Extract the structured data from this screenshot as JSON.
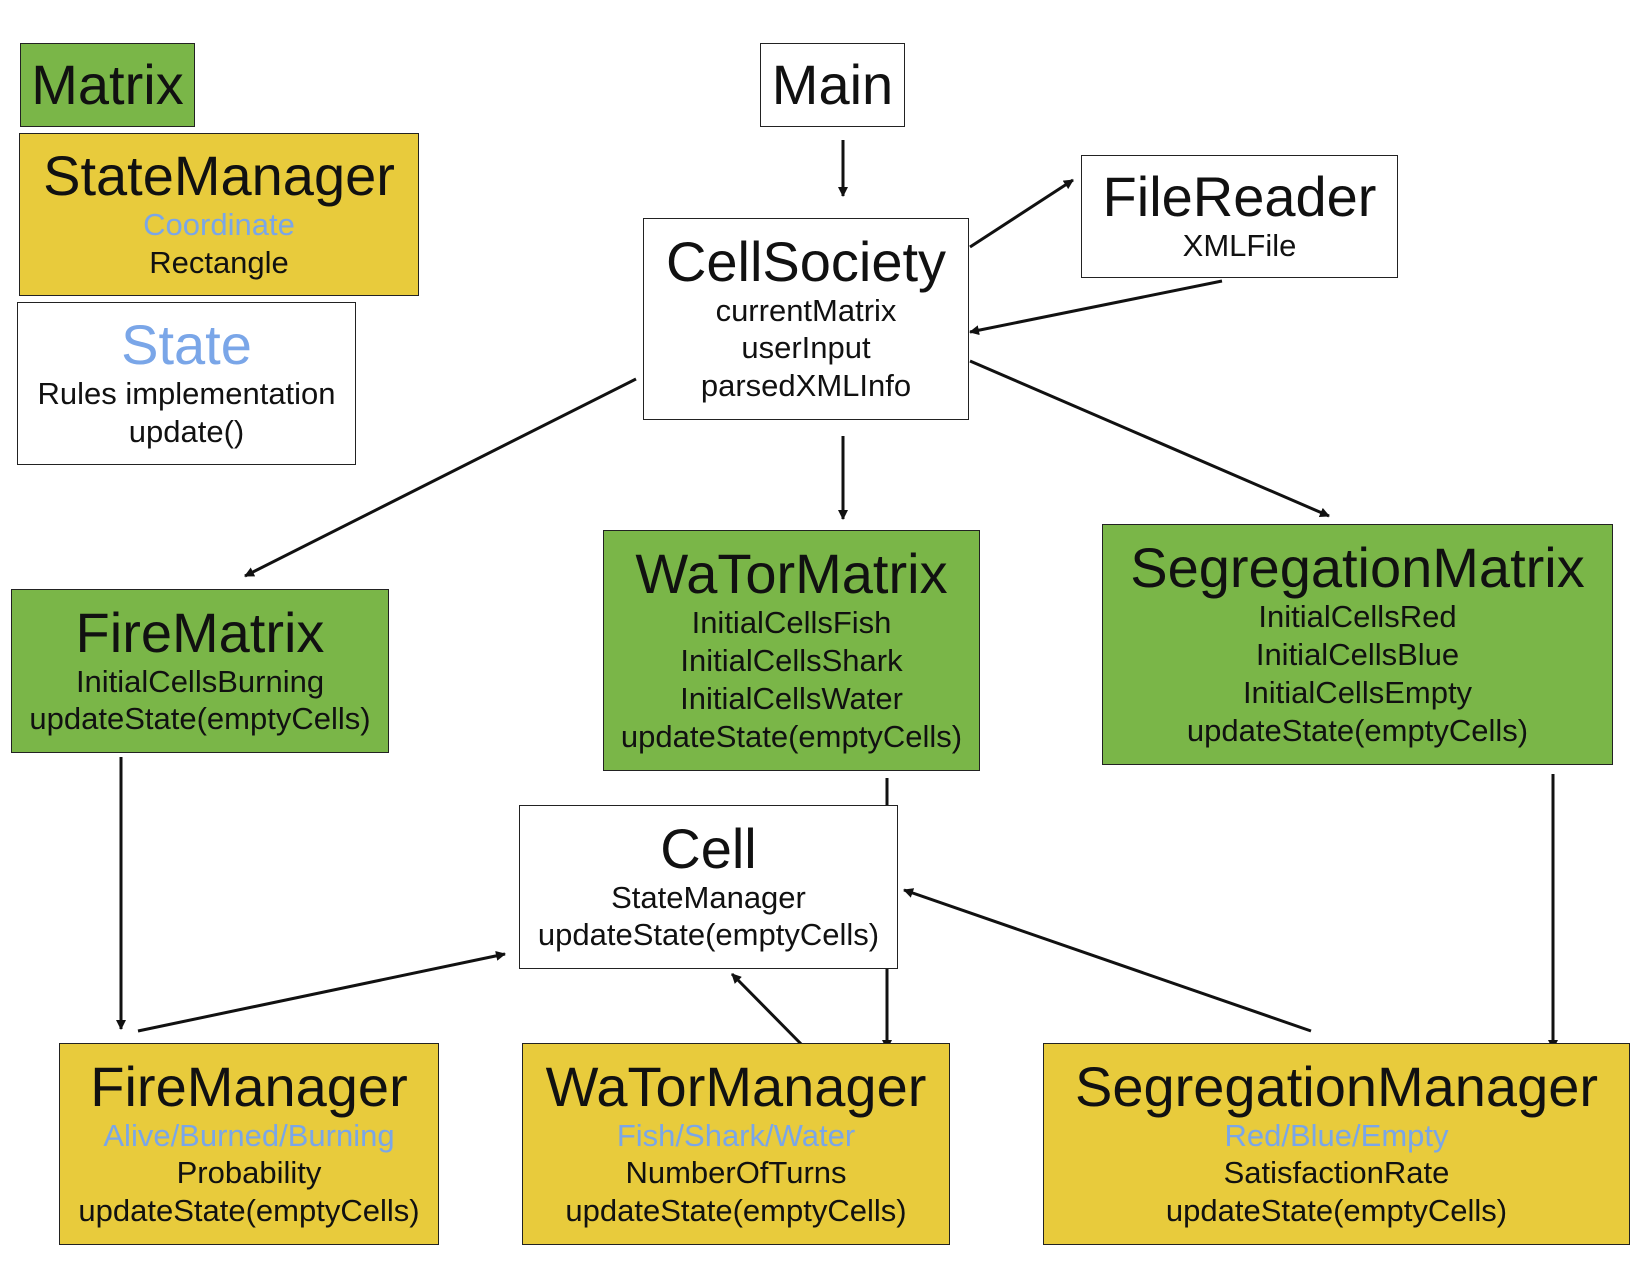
{
  "legend": {
    "matrix": {
      "title": "Matrix"
    },
    "state_manager": {
      "title": "StateManager",
      "line1": "Coordinate",
      "line2": "Rectangle"
    },
    "state": {
      "title": "State",
      "line1": "Rules implementation",
      "line2": "update()"
    }
  },
  "nodes": {
    "main": {
      "title": "Main"
    },
    "cell_society": {
      "title": "CellSociety",
      "lines": [
        "currentMatrix",
        "userInput",
        "parsedXMLInfo"
      ]
    },
    "file_reader": {
      "title": "FileReader",
      "lines": [
        "XMLFile"
      ]
    },
    "fire_matrix": {
      "title": "FireMatrix",
      "lines": [
        "InitialCellsBurning",
        "updateState(emptyCells)"
      ]
    },
    "wator_matrix": {
      "title": "WaTorMatrix",
      "lines": [
        "InitialCellsFish",
        "InitialCellsShark",
        "InitialCellsWater",
        "updateState(emptyCells)"
      ]
    },
    "segregation_matrix": {
      "title": "SegregationMatrix",
      "lines": [
        "InitialCellsRed",
        "InitialCellsBlue",
        "InitialCellsEmpty",
        "updateState(emptyCells)"
      ]
    },
    "cell": {
      "title": "Cell",
      "lines": [
        "StateManager",
        "updateState(emptyCells)"
      ]
    },
    "fire_manager": {
      "title": "FireManager",
      "states": "Alive/Burned/Burning",
      "lines": [
        "Probability",
        "updateState(emptyCells)"
      ]
    },
    "wator_manager": {
      "title": "WaTorManager",
      "states": "Fish/Shark/Water",
      "lines": [
        "NumberOfTurns",
        "updateState(emptyCells)"
      ]
    },
    "segregation_manager": {
      "title": "SegregationManager",
      "states": "Red/Blue/Empty",
      "lines": [
        "SatisfactionRate",
        "updateState(emptyCells)"
      ]
    }
  },
  "colors": {
    "matrix_green": "#7ab648",
    "manager_yellow": "#e8cb3c",
    "state_blue": "#7aa6e8",
    "arrow": "#111111"
  }
}
